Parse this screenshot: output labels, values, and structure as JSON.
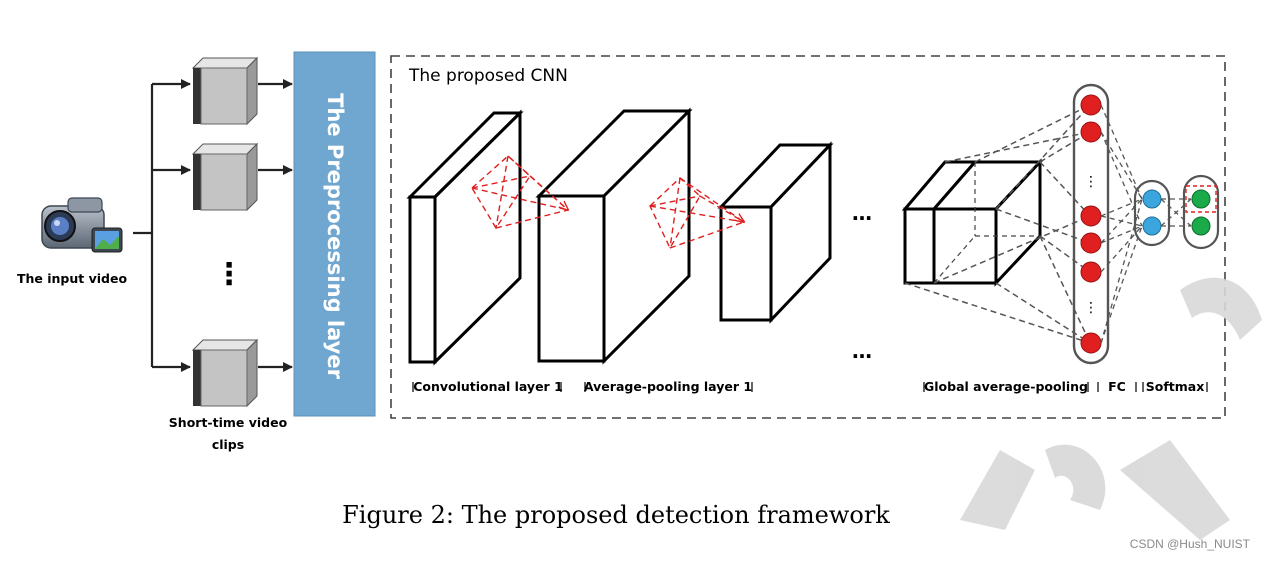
{
  "input": {
    "label": "The input video",
    "icon": "video-camera-icon"
  },
  "clips": {
    "label_line1": "Short-time video",
    "label_line2": "clips",
    "ellipsis": "⋮"
  },
  "preprocessing": {
    "label": "The Preprocessing layer",
    "color": "#70a7d0"
  },
  "cnn": {
    "title": "The proposed CNN",
    "ellipsis_top": "…",
    "ellipsis_bottom": "…",
    "fc_ellipsis_top": "⋮",
    "fc_ellipsis_bottom": "⋮",
    "layer_labels": {
      "conv1": "Convolutional layer 1",
      "pool1": "Average-pooling layer 1",
      "gap": "Global average-pooling",
      "fc": "FC",
      "softmax": "Softmax"
    },
    "colors": {
      "receptive_field": "#e02020",
      "fc_nodes": "#e02020",
      "hidden_nodes": "#3aa6dd",
      "output_nodes": "#1aaa4a"
    }
  },
  "caption": "Figure 2: The proposed detection framework",
  "watermark": "CSDN @Hush_NUIST"
}
